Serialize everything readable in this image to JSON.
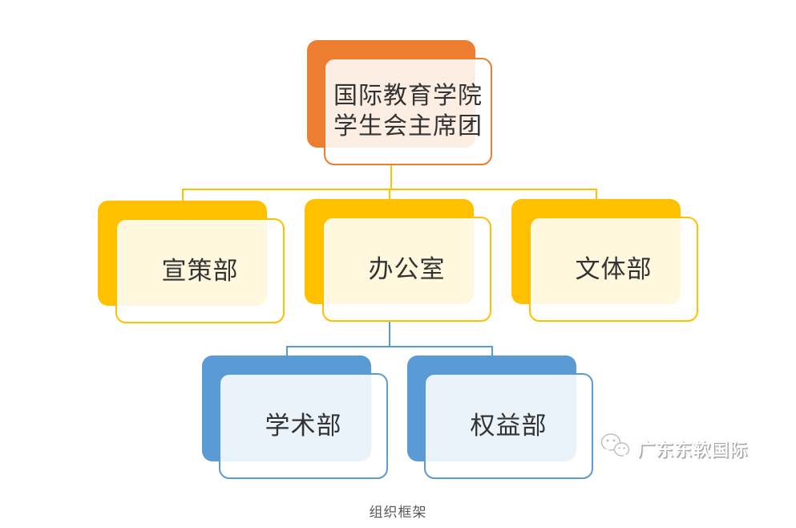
{
  "org_chart": {
    "root": {
      "id": "president",
      "label_lines": [
        "国际教育学院",
        "学生会主席团"
      ],
      "color": "#ED7D31"
    },
    "departments": [
      {
        "id": "xuance",
        "label": "宣策部",
        "color": "#FFC000",
        "parent": "president"
      },
      {
        "id": "office",
        "label": "办公室",
        "color": "#FFC000",
        "parent": "president"
      },
      {
        "id": "wenti",
        "label": "文体部",
        "color": "#FFC000",
        "parent": "president"
      },
      {
        "id": "xueshu",
        "label": "学术部",
        "color": "#5B9BD5",
        "parent": "office"
      },
      {
        "id": "quanyi",
        "label": "权益部",
        "color": "#5B9BD5",
        "parent": "office"
      }
    ],
    "connector_colors": {
      "level1": "#FFC000",
      "level2": "#5B9BD5"
    },
    "text_color": "#333333",
    "card_fill_opacity": "rgba(255,255,255,0.87)"
  },
  "caption": {
    "text": "组织框架",
    "color": "#595959"
  },
  "watermark": {
    "icon": "wechat-icon",
    "text": "广东东软国际"
  }
}
